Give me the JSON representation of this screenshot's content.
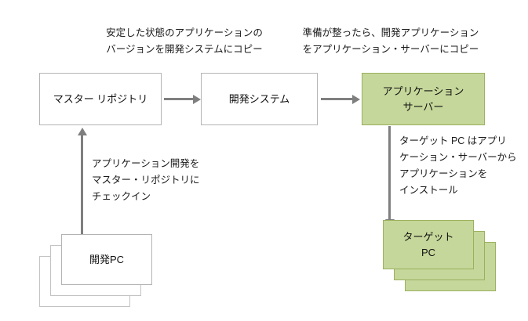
{
  "diagram": {
    "title_present": false,
    "background_color": "#ffffff",
    "colors": {
      "box_fill": "#ffffff",
      "box_border": "#b4b4b4",
      "highlight_fill": "#c5d79a",
      "highlight_border": "#9bb05e",
      "arrow": "#7f7f7f",
      "text": "#1a1a1a"
    },
    "nodes": {
      "master_repository": {
        "lines": [
          "マスター リポジトリ"
        ],
        "style": "plain"
      },
      "development_system": {
        "lines": [
          "開発システム"
        ],
        "style": "plain"
      },
      "application_server": {
        "lines": [
          "アプリケーション",
          "サーバー"
        ],
        "style": "green"
      },
      "development_pc": {
        "lines": [
          "開発PC"
        ],
        "style": "plain-stack",
        "stack_count": 3
      },
      "target_pc": {
        "lines": [
          "ターゲット",
          "PC"
        ],
        "style": "green-stack",
        "stack_count": 3
      }
    },
    "captions": {
      "master_to_dev": {
        "lines": [
          "安定した状態のアプリケーションの",
          "バージョンを開発システムにコピー"
        ]
      },
      "dev_to_appserver": {
        "lines": [
          "準備が整ったら、開発アプリケーション",
          "をアプリケーション・サーバーにコピー"
        ]
      },
      "devpc_to_master": {
        "lines": [
          "アプリケーション開発を",
          "マスター・リポジトリに",
          "チェックイン"
        ]
      },
      "appserver_to_targetpc": {
        "lines": [
          "ターゲット PC はアプリ",
          "ケーション・サーバーから",
          "アプリケーションを",
          "インストール"
        ]
      }
    },
    "arrows": {
      "master_to_dev": {
        "direction": "right"
      },
      "dev_to_appserver": {
        "direction": "right"
      },
      "devpc_to_master": {
        "direction": "up"
      },
      "appserver_to_targetpc": {
        "direction": "down"
      }
    }
  }
}
